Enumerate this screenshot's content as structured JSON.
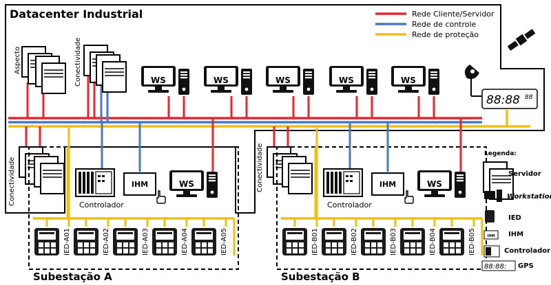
{
  "title": "Datacenter Industrial",
  "networks": [
    {
      "label": "Rede Cliente/Servidor",
      "color": "#e8262b"
    },
    {
      "label": "Rede de controle",
      "color": "#4a78c0"
    },
    {
      "label": "Rede de proteção",
      "color": "#f3bd12"
    }
  ],
  "datacenter": {
    "aspecto_label": "Aspecto",
    "conectividade_label": "Conectividade",
    "workstation_label": "WS",
    "gps_display": "88:88",
    "gps_seconds": "88"
  },
  "substations": [
    {
      "title": "Subestação A",
      "conectividade_label": "Conectividade",
      "controlador_label": "Controlador",
      "ihm_label": "IHM",
      "ws_label": "WS",
      "ieds": [
        "IED-A01",
        "IED-A02",
        "IED-A03",
        "IED-A04",
        "IED-A05"
      ]
    },
    {
      "title": "Subestação B",
      "conectividade_label": "Conectividade",
      "controlador_label": "Controlador",
      "ihm_label": "IHM",
      "ws_label": "WS",
      "ieds": [
        "IED-B01",
        "IED-B02",
        "IED-B03",
        "IED-B04",
        "IED-B05"
      ]
    }
  ],
  "legend": {
    "title": "Legenda:",
    "items": [
      {
        "label": "Servidor",
        "italic": false
      },
      {
        "label": "Workstation",
        "italic": true
      },
      {
        "label": "IED",
        "italic": false
      },
      {
        "label": "IHM",
        "italic": false
      },
      {
        "label": "Controlador",
        "italic": false
      },
      {
        "label": "GPS",
        "italic": false
      }
    ],
    "ihm_icon_text": "IHM",
    "gps_icon_text": "88:88:"
  }
}
